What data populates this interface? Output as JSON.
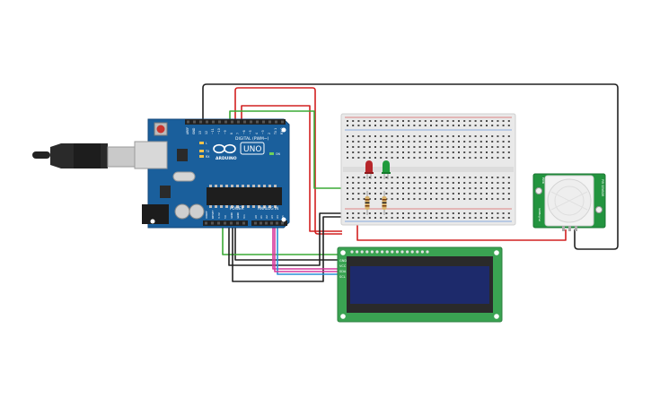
{
  "arduino": {
    "brand": "ARDUINO",
    "model": "UNO",
    "digital_header": "DIGITAL (PWM~)",
    "power_header": "POWER",
    "analog_header": "ANALOG IN",
    "digital_pins": [
      "AREF",
      "GND",
      "13",
      "12",
      "~11",
      "~10",
      "~9",
      "8",
      "7",
      "~6",
      "~5",
      "4",
      "~3",
      "2",
      "TX 1",
      "RX 0"
    ],
    "power_pins": [
      "IOREF",
      "RESET",
      "3.3V",
      "5V",
      "GND",
      "GND",
      "Vin"
    ],
    "analog_pins": [
      "A0",
      "A1",
      "A2",
      "A3",
      "A4",
      "A5"
    ],
    "leds": [
      "L",
      "TX",
      "RX",
      "ON"
    ]
  },
  "lcd": {
    "pins": [
      "GND",
      "VCC",
      "SDA",
      "SCL"
    ]
  },
  "pir": {
    "side_labels": [
      "GND",
      "Signal",
      "PWR"
    ],
    "right_label": "PIR SENSOR"
  },
  "components": {
    "led_colors": [
      "#b7262a",
      "#1f9b3c"
    ]
  },
  "colors": {
    "board": "#1a5f9c",
    "lcd_pcb": "#3aa352",
    "lcd_screen": "#1d2a6b",
    "pir_pcb": "#23943f",
    "wire_red": "#d22020",
    "wire_green": "#3aaa35",
    "wire_black": "#222222",
    "wire_magenta": "#d53a9d",
    "wire_blue": "#2b8fd6"
  }
}
